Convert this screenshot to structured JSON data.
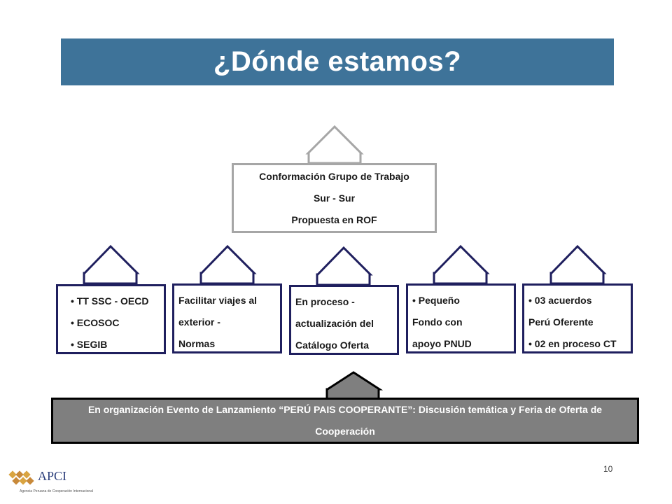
{
  "title": "¿Dónde estamos?",
  "top_box": {
    "line1": "Conformación  Grupo de Trabajo",
    "line2": "Sur -  Sur",
    "line3": "Propuesta en ROF"
  },
  "boxes": [
    {
      "items": [
        "TT SSC - OECD",
        "ECOSOC",
        "SEGIB"
      ]
    },
    {
      "text_lines": [
        "Facilitar viajes al",
        "exterior -",
        "Normas"
      ]
    },
    {
      "text_lines": [
        "En proceso  -",
        "actualización del",
        "Catálogo Oferta"
      ]
    },
    {
      "bullet": "Pequeño",
      "text_lines": [
        "Fondo con",
        "apoyo PNUD"
      ]
    },
    {
      "bullet": "03 acuerdos",
      "mid": "Perú  Oferente",
      "bullet2": "02 en proceso CT"
    }
  ],
  "bottom_box": {
    "text": "En organización Evento de Lanzamiento “PERÚ PAIS COOPERANTE”: Discusión temática y Feria de Oferta de  Cooperación"
  },
  "page_number": "10",
  "logo": {
    "name": "APCI",
    "subtitle": "Agencia Peruana de Cooperación Internacional"
  },
  "colors": {
    "title_bg": "#3E7399",
    "arrow_dark": "#1F1F5E",
    "arrow_gray": "#A6A6A6",
    "bottom_bg": "#7F7F7F"
  }
}
